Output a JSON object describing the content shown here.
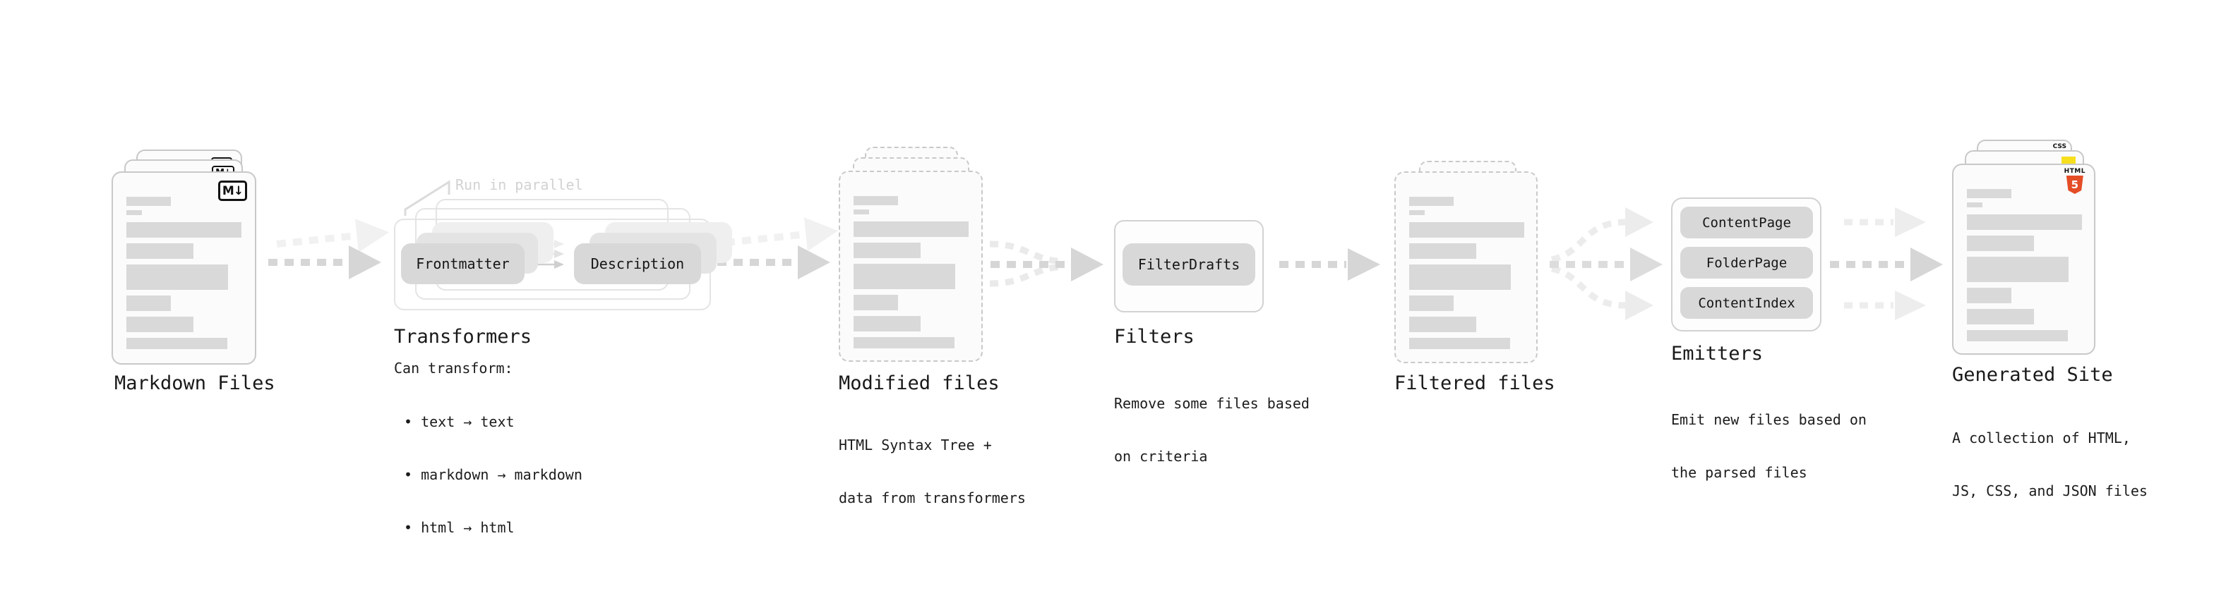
{
  "markdown": {
    "label": "Markdown Files",
    "badge": "M↓"
  },
  "transformers": {
    "note": "Run in parallel",
    "pill_frontmatter": "Frontmatter",
    "pill_description": "Description",
    "label": "Transformers",
    "caption_title": "Can transform:",
    "bullets": [
      "• text → text",
      "• markdown → markdown",
      "• html → html"
    ]
  },
  "modified": {
    "label": "Modified files",
    "caption_line1": "HTML Syntax Tree +",
    "caption_line2": "data from transformers"
  },
  "filters": {
    "label": "Filters",
    "pill_filterdrafts": "FilterDrafts",
    "caption_line1": "Remove some files based",
    "caption_line2": "on criteria"
  },
  "filtered": {
    "label": "Filtered files"
  },
  "emitters": {
    "label": "Emitters",
    "pill_contentpage": "ContentPage",
    "pill_folderpage": "FolderPage",
    "pill_contentindex": "ContentIndex",
    "caption_line1": "Emit new files based on",
    "caption_line2": "the parsed files"
  },
  "generated": {
    "label": "Generated Site",
    "caption_line1": "A collection of HTML,",
    "caption_line2": "JS, CSS, and JSON files",
    "badge_css_label": "CSS",
    "badge_html_label": "HTML",
    "badge_html5_number": "5"
  },
  "colors": {
    "html5_orange": "#e44d26",
    "js_yellow": "#f7df1e",
    "css_blue": "#2965f1",
    "doc_bar_gray": "#d9d9d9",
    "arrow_gray": "#d6d6d6",
    "text_dark": "#1a1a1a",
    "note_gray": "#d2d2d2"
  }
}
